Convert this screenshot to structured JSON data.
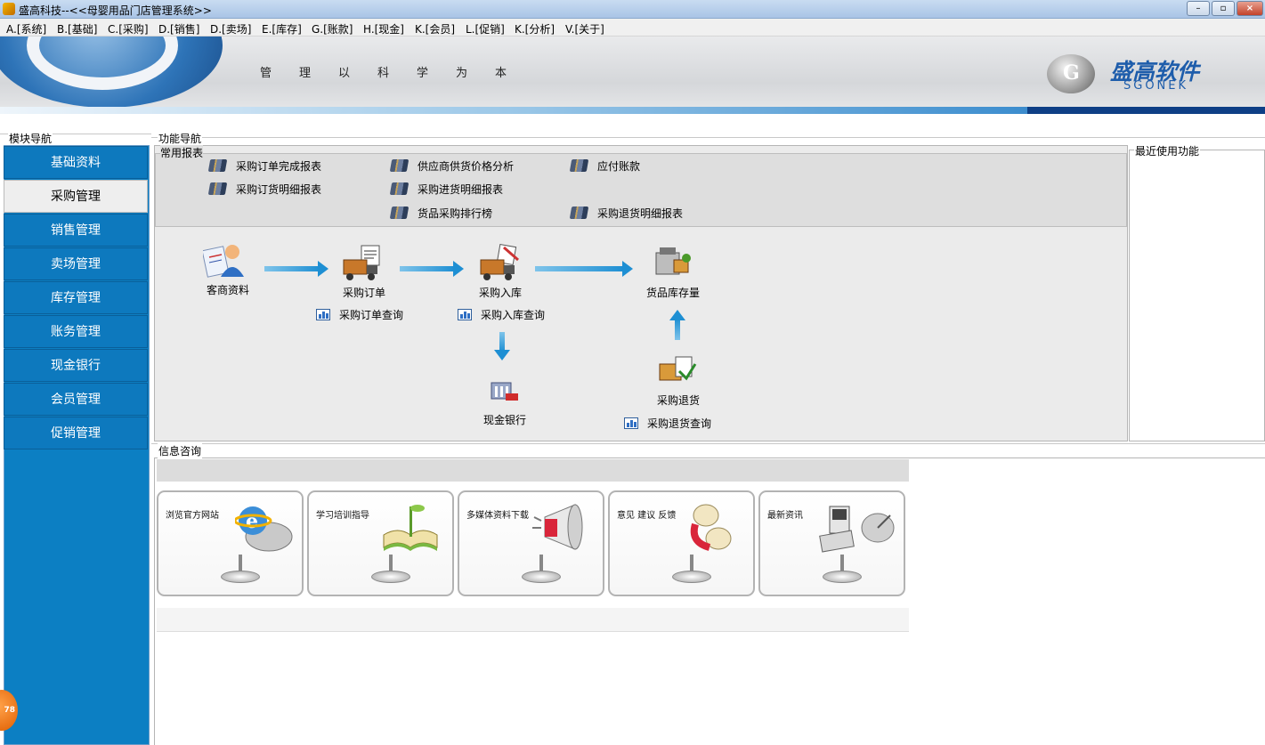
{
  "window": {
    "title": "盛高科技--<<母婴用品门店管理系统>>",
    "controls": [
      "–",
      "▫",
      "×"
    ]
  },
  "menu": [
    "A.[系统]",
    "B.[基础]",
    "C.[采购]",
    "D.[销售]",
    "D.[卖场]",
    "E.[库存]",
    "G.[账款]",
    "H.[现金]",
    "K.[会员]",
    "L.[促销]",
    "K.[分析]",
    "V.[关于]"
  ],
  "banner": {
    "slogan": "管理以科学为本",
    "logo_cn": "盛高软件",
    "logo_en": "SGONEK",
    "logo_mark": "G"
  },
  "module_nav": {
    "title": "模块导航",
    "items": [
      {
        "label": "基础资料",
        "active": false
      },
      {
        "label": "采购管理",
        "active": true
      },
      {
        "label": "销售管理",
        "active": false
      },
      {
        "label": "卖场管理",
        "active": false
      },
      {
        "label": "库存管理",
        "active": false
      },
      {
        "label": "账务管理",
        "active": false
      },
      {
        "label": "现金银行",
        "active": false
      },
      {
        "label": "会员管理",
        "active": false
      },
      {
        "label": "促销管理",
        "active": false
      }
    ],
    "badge": "78"
  },
  "function_nav": {
    "title": "功能导航",
    "reports_title": "常用报表",
    "reports": [
      "采购订单完成报表",
      "采购订货明细报表",
      "供应商供货价格分析",
      "采购进货明细报表",
      "货品采购排行榜",
      "应付账款",
      "采购退货明细报表"
    ],
    "flow": {
      "supplier": "客商资料",
      "purchase_order": "采购订单",
      "purchase_order_query": "采购订单查询",
      "purchase_in": "采购入库",
      "purchase_in_query": "采购入库查询",
      "stock": "货品库存量",
      "cash_bank": "现金银行",
      "purchase_return": "采购退货",
      "purchase_return_query": "采购退货查询"
    }
  },
  "recent": {
    "title": "最近使用功能"
  },
  "info": {
    "title": "信息咨询",
    "cards": [
      {
        "label": "浏览官方网站",
        "icon": "browser-mouse-icon"
      },
      {
        "label": "学习培训指导",
        "icon": "book-plant-icon"
      },
      {
        "label": "多媒体资料下载",
        "icon": "megaphone-icon"
      },
      {
        "label": "意见 建议 反馈",
        "icon": "chat-icon"
      },
      {
        "label": "最新资讯",
        "icon": "phone-satellite-icon"
      }
    ]
  },
  "colors": {
    "nav_blue": "#0d79be",
    "arrow_blue": "#1e8fd3",
    "brand_blue": "#1e5dab"
  }
}
